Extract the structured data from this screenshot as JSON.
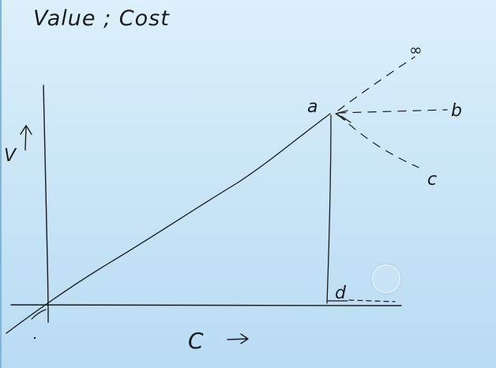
{
  "board": {
    "title": "Value ; Cost",
    "y_axis_label": "V",
    "x_axis_label": "C",
    "point_labels": {
      "a": "a",
      "b": "b",
      "c": "c",
      "d": "d",
      "infinity": "∞"
    }
  },
  "colors": {
    "ink": "#1a1a1a",
    "background_top": "#dcf0fb",
    "background_bottom": "#b9dbf3"
  }
}
